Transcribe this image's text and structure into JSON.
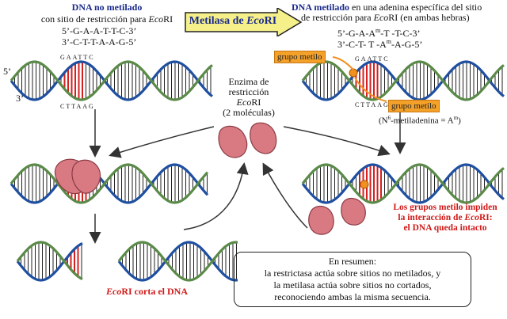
{
  "top_left": {
    "title_bold": "DNA no metilado",
    "line2_a": "con sitio de restricción para ",
    "line2_b": "Eco",
    "line2_c": "RI",
    "seq1": "5’-G-A-A-T-T-C-3’",
    "seq2": "3’-C-T-T-A-A-G-5’"
  },
  "arrow_label": {
    "text_a": "Metilasa de ",
    "text_b": "Eco",
    "text_c": "RI"
  },
  "top_right": {
    "title_bold": "DNA metilado",
    "title_rest": " en una adenina específica del sitio",
    "line2_a": "de restricción para ",
    "line2_b": "Eco",
    "line2_c": "RI (en ambas hebras)",
    "seq1": "5’-G-A-A",
    "seq1_sup": "m",
    "seq1_rest": "-T  -T-C-3’",
    "seq2": "3’-C-T- T  -A",
    "seq2_sup": "m",
    "seq2_rest": "-A-G-5’"
  },
  "enzyme_label": {
    "line1": "Enzima de",
    "line2": "restricción",
    "line3_a": "Eco",
    "line3_b": "RI",
    "line4": "(2 moléculas)"
  },
  "tags": {
    "methyl_1": "grupo metilo",
    "methyl_2": "grupo metilo"
  },
  "methyladenine": "(N",
  "methyladenine_sup": "6",
  "methyladenine_rest": "-metiladenina = A",
  "methyladenine_sup2": "m",
  "methyladenine_end": ")",
  "prime_labels": {
    "five": "5’",
    "three": "3’"
  },
  "base_letters_top": [
    "G",
    "A",
    "A",
    "T",
    "T",
    "C"
  ],
  "base_letters_bottom": [
    "C",
    "T",
    "T",
    "A",
    "A",
    "G"
  ],
  "cut_label": {
    "a": "Eco",
    "b": "RI corta el DNA"
  },
  "protect_text": {
    "line1": "Los grupos metilo impiden",
    "line2_a": "la interacción de ",
    "line2_b": "Eco",
    "line2_c": "RI:",
    "line3": "el DNA queda intacto"
  },
  "summary": {
    "line1": "En resumen:",
    "line2": "la restrictasa actúa sobre sitios no metilados, y",
    "line3": "la metilasa actúa sobre sitios no cortados,",
    "line4": "reconociendo ambas la misma secuencia."
  },
  "colors": {
    "strand_blue": "#1f4fa0",
    "strand_green": "#5a8a48",
    "site_red": "#d42020",
    "enzyme_pink": "#d97a82",
    "methyl_orange": "#f09020",
    "navy_text": "#1a2a8a"
  }
}
